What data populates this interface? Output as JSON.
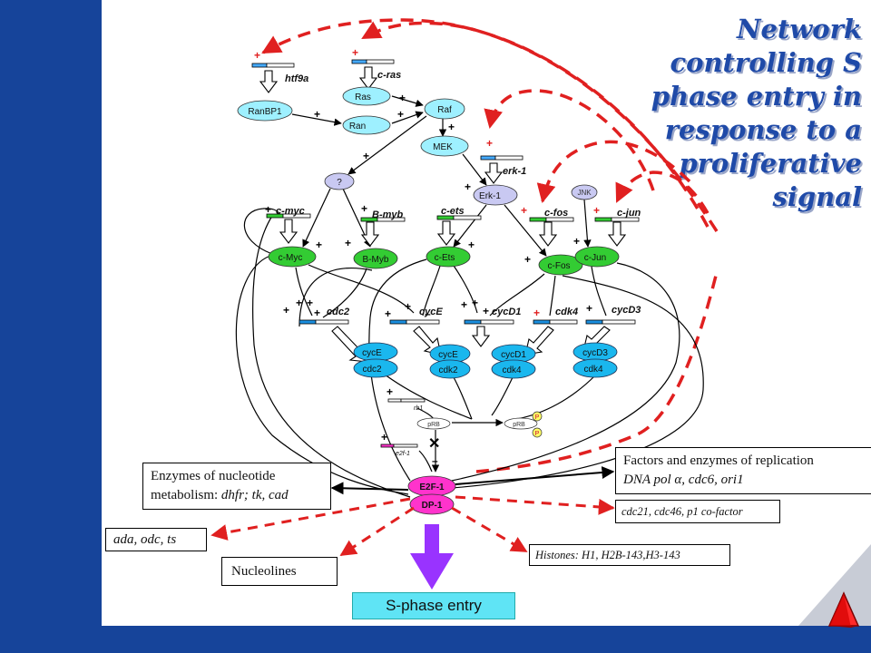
{
  "title_lines": [
    "Network",
    "controlling S",
    "phase entry in",
    "response to a",
    "proliferative",
    "signal"
  ],
  "genes": {
    "htf9a": "htf9a",
    "c_ras": "c-ras",
    "erk1": "erk-1",
    "c_myc": "c-myc",
    "b_myb": "B-myb",
    "c_ets": "c-ets",
    "c_fos": "c-fos",
    "c_jun": "c-jun",
    "cdc2": "cdc2",
    "cycE": "cycE",
    "cycD1": "cycD1",
    "cdk4": "cdk4",
    "cycD3": "cycD3",
    "rb1": "rb1",
    "e2f1": "e2f-1"
  },
  "proteins": {
    "ranbp1": "RanBP1",
    "ras": "Ras",
    "ran": "Ran",
    "raf": "Raf",
    "mek": "MEK",
    "unknown": "?",
    "erk1": "Erk-1",
    "jnk": "JNK",
    "cmyc": "c-Myc",
    "bmyb": "B-Myb",
    "cets": "c-Ets",
    "cfos": "c-Fos",
    "cjun": "c-Jun",
    "prb": "pRB",
    "prb_p": "pRB",
    "phospho": "P",
    "e2f1": "E2F-1",
    "dp1": "DP-1"
  },
  "complexes": {
    "c1_top": "cycE",
    "c1_bottom": "cdc2",
    "c2_top": "cycE",
    "c2_bottom": "cdk2",
    "c3_top": "cycD1",
    "c3_bottom": "cdk4",
    "c4_top": "cycD3",
    "c4_bottom": "cdk4"
  },
  "signs": {
    "plus": "+",
    "minus": "–",
    "cross": "✕"
  },
  "boxes": {
    "replication_line1": "Factors and enzymes of replication",
    "replication_line2_pre": "DNA pol ",
    "replication_alpha": "α",
    "replication_line2_post": ", cdc6, ori1",
    "cdc21": "cdc21, cdc46, p1 co-factor",
    "nucleotide_line1": "Enzymes of nucleotide",
    "nucleotide_line2_pre": "metabolism: ",
    "nucleotide_line2_italic": "dhfr; tk, cad",
    "ada": "ada, odc, ts",
    "histones": "Histones: H1, H2B-143,H3-143",
    "nucleolines": "Nucleolines"
  },
  "sphase": "S-phase entry",
  "colors": {
    "frame": "#16449a",
    "title": "#1f4aa8",
    "light_cyan": "#9ef0ff",
    "complex_blue": "#1ab7ee",
    "green_node": "#33cc33",
    "lavender": "#c9c9f2",
    "e2f_magenta": "#ff33cc",
    "dashed_red": "#e02020",
    "arrow_purple": "#9933ff",
    "sphase_cyan": "#5fe4f5"
  }
}
